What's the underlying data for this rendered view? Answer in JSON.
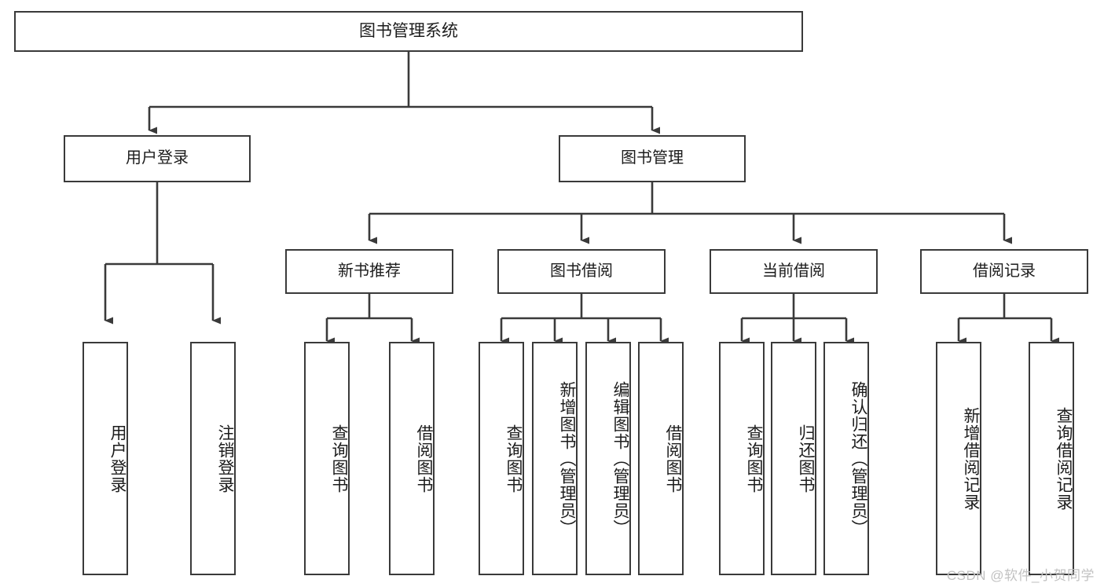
{
  "diagram": {
    "title": "图书管理系统",
    "watermark": "CSDN @软件_小贺同学",
    "stroke_color": "#3a3a3a",
    "background_color": "#ffffff",
    "text_color": "#1c1c1c",
    "watermark_color": "#c2c2c2"
  },
  "nodes": {
    "root": {
      "label": "图书管理系统"
    },
    "level1": [
      {
        "label": "用户登录"
      },
      {
        "label": "图书管理"
      }
    ],
    "level2": [
      {
        "label": "新书推荐"
      },
      {
        "label": "图书借阅"
      },
      {
        "label": "当前借阅"
      },
      {
        "label": "借阅记录"
      }
    ],
    "leaves": {
      "user_login": [
        {
          "label": "用户登录"
        },
        {
          "label": "注销登录"
        }
      ],
      "new_book_recommend": [
        {
          "label": "查询图书"
        },
        {
          "label": "借阅图书"
        }
      ],
      "book_borrow": [
        {
          "label": "查询图书"
        },
        {
          "label": "新增图书（管理员）"
        },
        {
          "label": "编辑图书（管理员）"
        },
        {
          "label": "借阅图书"
        }
      ],
      "current_borrow": [
        {
          "label": "查询图书"
        },
        {
          "label": "归还图书"
        },
        {
          "label": "确认归还（管理员）"
        }
      ],
      "borrow_record": [
        {
          "label": "新增借阅记录"
        },
        {
          "label": "查询借阅记录"
        }
      ]
    }
  }
}
